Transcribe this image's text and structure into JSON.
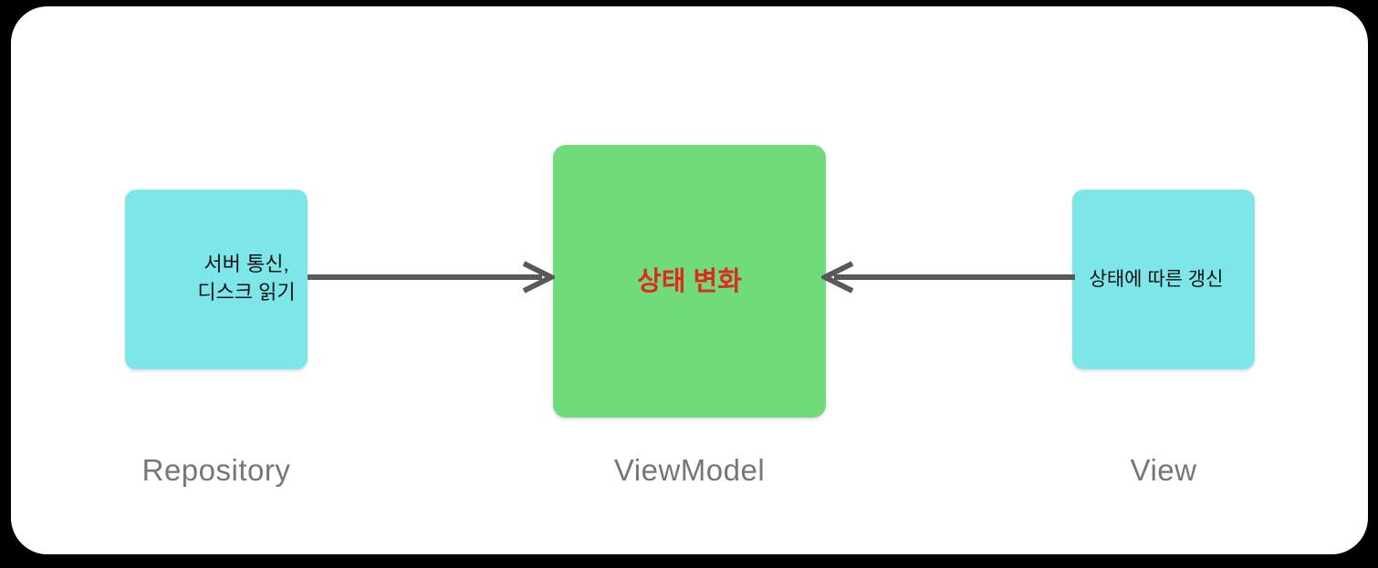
{
  "page": {
    "background": "#000000",
    "card_background": "#ffffff"
  },
  "diagram": {
    "nodes": [
      {
        "id": "repository",
        "label": "Repository",
        "box_text": "서버 통신,\n디스크 읽기",
        "box_color": "#7de6e9",
        "text_color": "#111111"
      },
      {
        "id": "viewmodel",
        "label": "ViewModel",
        "box_text": "상태 변화",
        "box_color": "#70db7a",
        "text_color": "#de2b1c"
      },
      {
        "id": "view",
        "label": "View",
        "box_text": "상태에 따른 갱신",
        "box_color": "#7de6e9",
        "text_color": "#111111"
      }
    ],
    "edges": [
      {
        "from": "repository",
        "to": "viewmodel",
        "direction": "right"
      },
      {
        "from": "view",
        "to": "viewmodel",
        "direction": "left"
      }
    ],
    "colors": {
      "arrow": "#595959",
      "label": "#767676"
    }
  }
}
